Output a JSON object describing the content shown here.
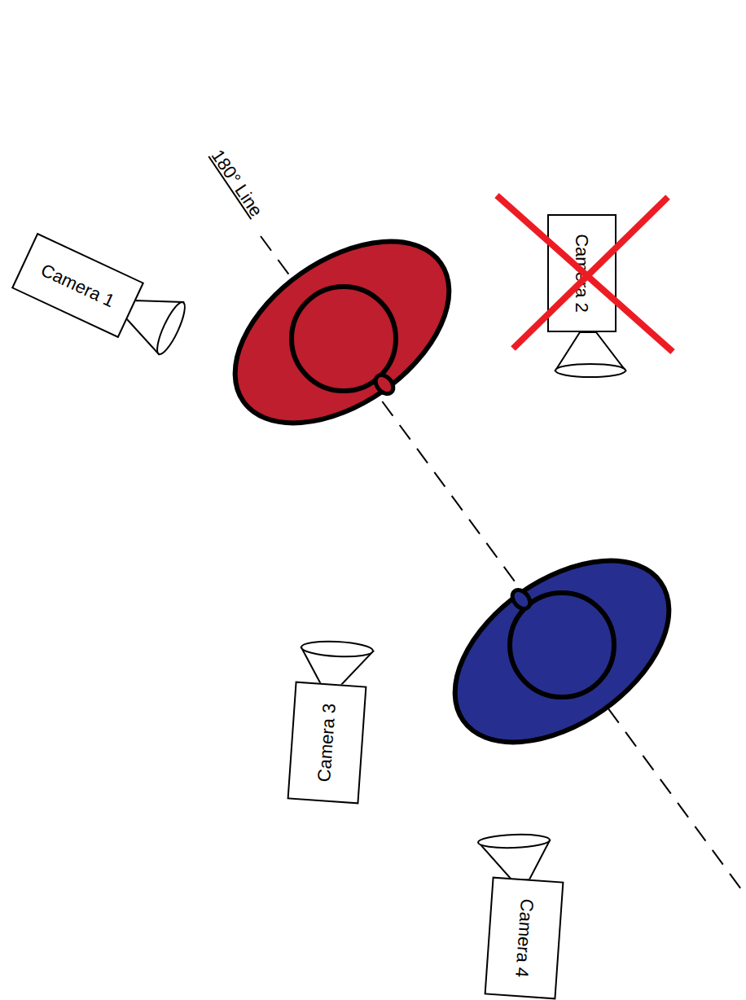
{
  "diagram": {
    "nodes": [
      {
        "text": [
          "Camera 1"
        ]
      },
      {
        "text": [
          "Camera 2"
        ]
      },
      {
        "text": [
          "Camera 3"
        ]
      },
      {
        "text": [
          "Camera 4"
        ]
      }
    ],
    "labels": [
      "180° Line"
    ]
  }
}
